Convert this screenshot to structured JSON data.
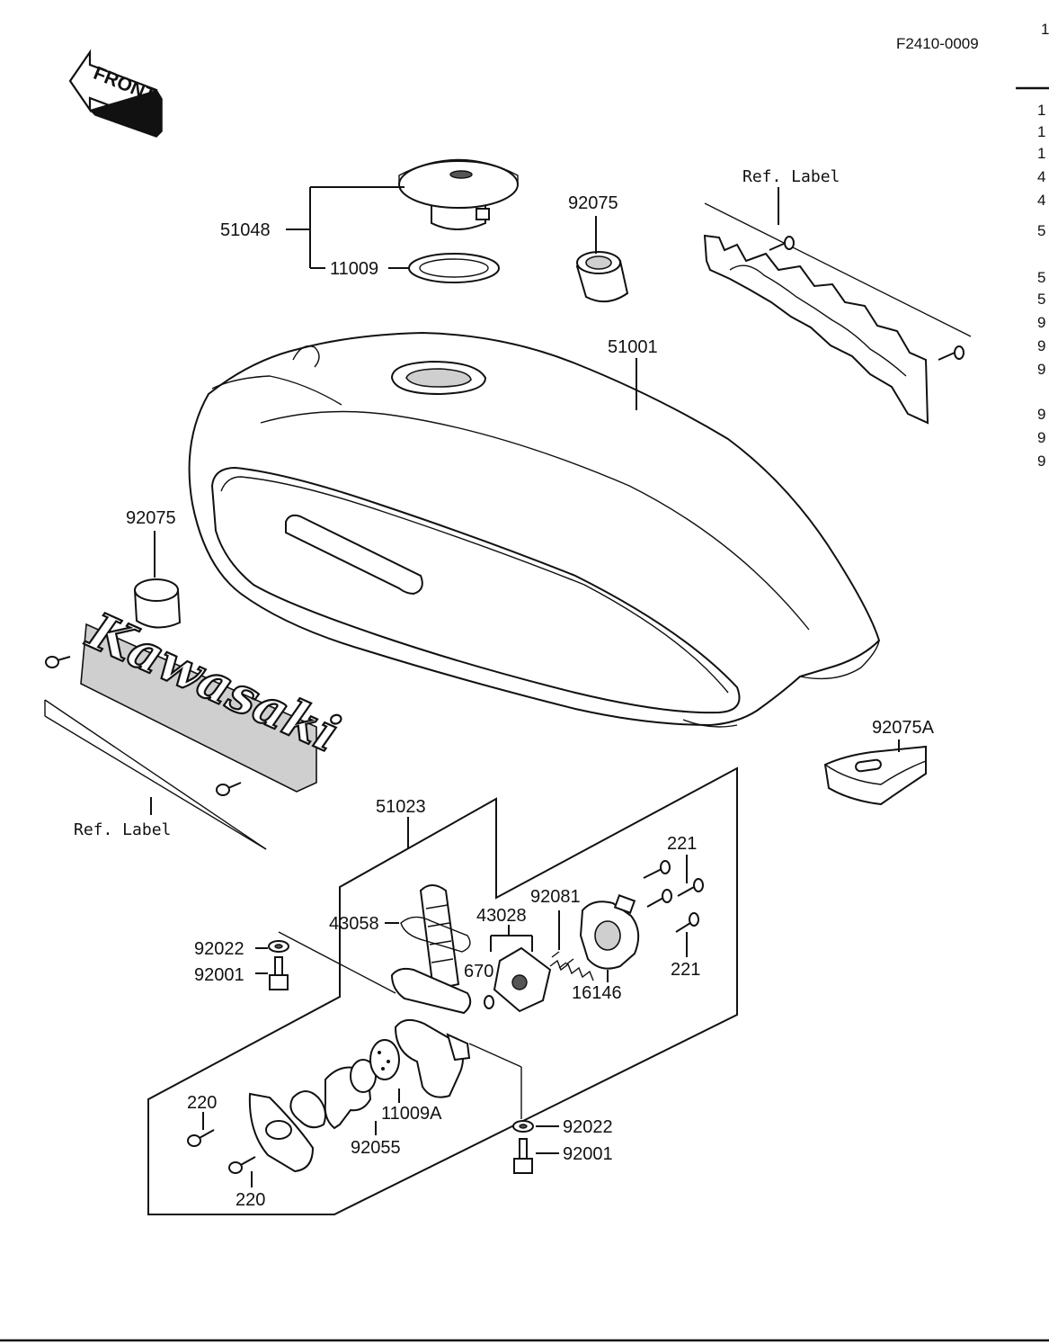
{
  "figure_code": "F2410-0009",
  "front_arrow_text": "FRONT",
  "ref_label_text": "Ref.  Label",
  "brand_lettering": "Kawasaki",
  "right_edge_glyphs": [
    "1",
    "1",
    "1",
    "4",
    "4",
    "5",
    "5",
    "5",
    "9",
    "9",
    "9",
    "9",
    "9",
    "9"
  ],
  "top_right_glyph": "1",
  "part_labels": {
    "p51048": "51048",
    "p11009": "11009",
    "p92075_top": "92075",
    "p51001": "51001",
    "p92075_left": "92075",
    "p92075A": "92075A",
    "p51023": "51023",
    "p43058": "43058",
    "p43028": "43028",
    "p92081": "92081",
    "p221_top": "221",
    "p221_bottom": "221",
    "p670": "670",
    "p16146": "16146",
    "p92022_left": "92022",
    "p92001_left": "92001",
    "p220_top": "220",
    "p220_bottom": "220",
    "p92055": "92055",
    "p11009A": "11009A",
    "p92022_right": "92022",
    "p92001_right": "92001"
  }
}
